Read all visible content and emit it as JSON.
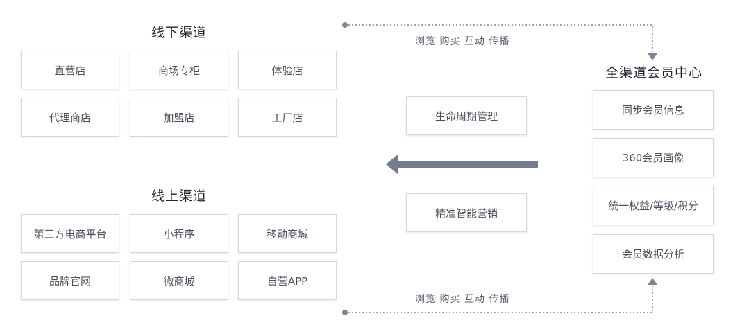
{
  "offline": {
    "title": "线下渠道",
    "items": [
      "直营店",
      "商场专柜",
      "体验店",
      "代理商店",
      "加盟店",
      "工厂店"
    ]
  },
  "online": {
    "title": "线上渠道",
    "items": [
      "第三方电商平台",
      "小程序",
      "移动商城",
      "品牌官网",
      "微商城",
      "自营APP"
    ]
  },
  "middle": {
    "items": [
      "生命周期管理",
      "精准智能营销"
    ]
  },
  "center": {
    "title": "全渠道会员中心",
    "items": [
      "同步会员信息",
      "360会员画像",
      "统一权益/等级/积分",
      "会员数据分析"
    ]
  },
  "flow": {
    "top_caption": "浏览 购买 互动 传播",
    "bottom_caption": "浏览 购买 互动 传播"
  },
  "colors": {
    "arrow": "#737b8f",
    "dotted_line": "#7c8498",
    "border": "#d4d7dc"
  }
}
